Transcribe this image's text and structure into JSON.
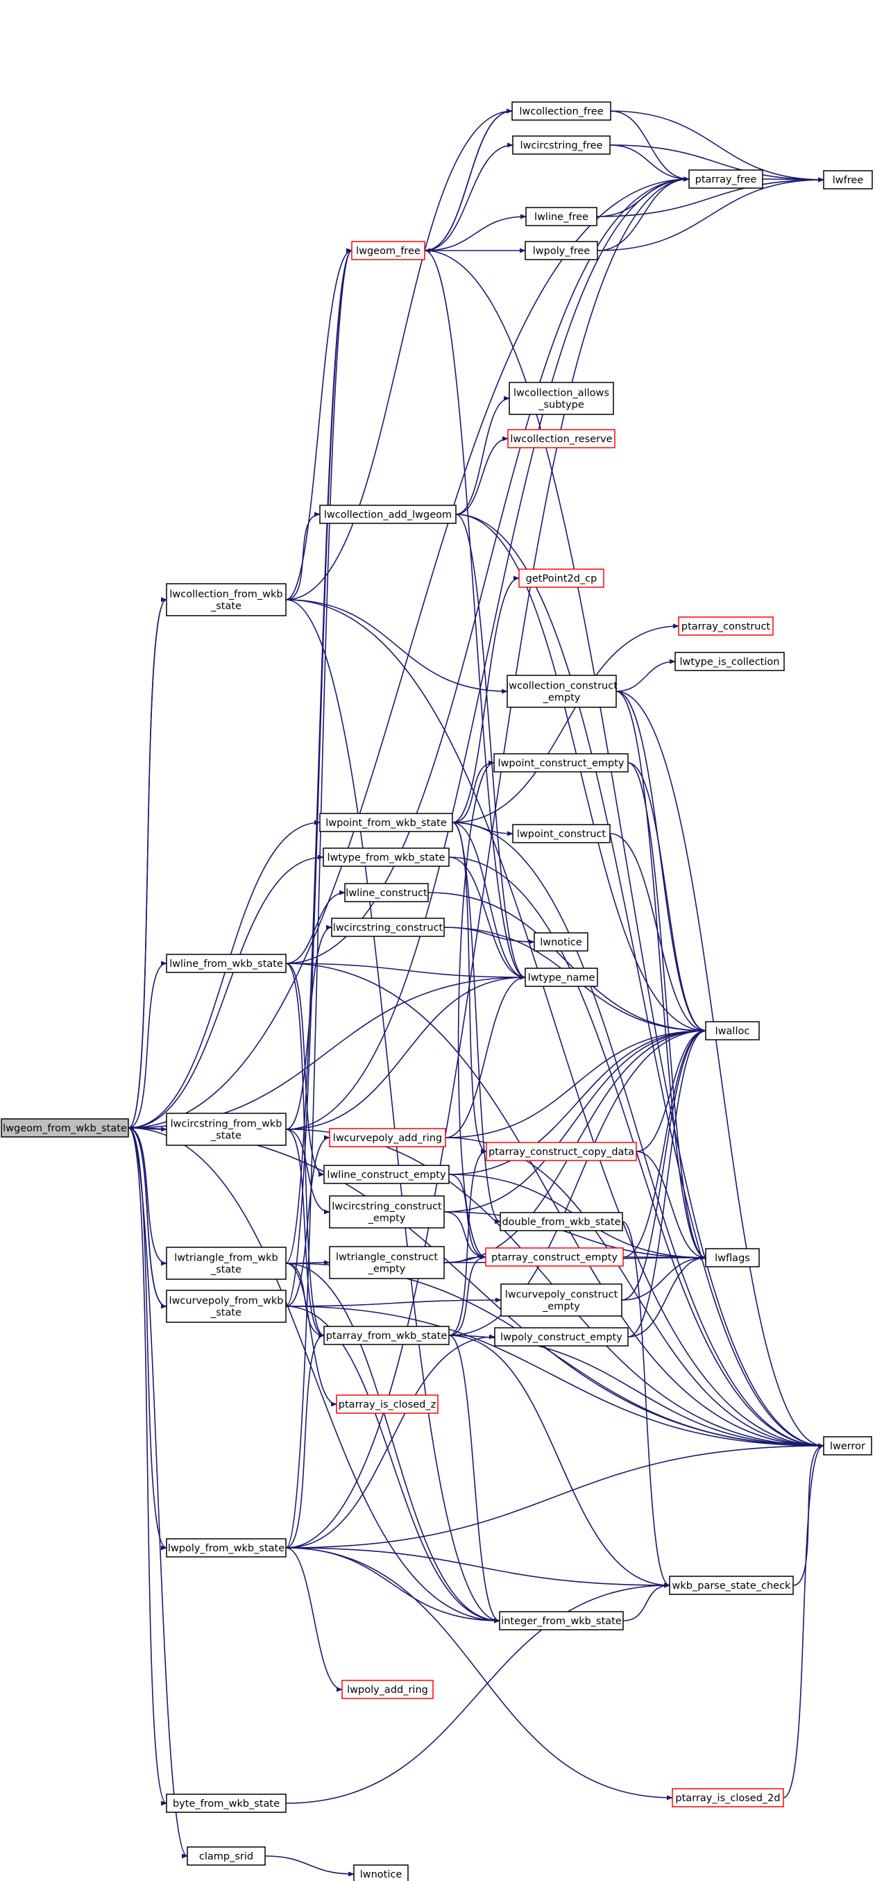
{
  "title": "",
  "colors": {
    "edge": "#191970",
    "node_border": "#000000",
    "node_border_incomplete": "#ff0000",
    "root_fill": "#bfbfbf",
    "node_fill": "#ffffff"
  },
  "nodes": [
    {
      "id": "lwgeom_from_wkb_state",
      "lines": [
        "lwgeom_from_wkb_state"
      ],
      "style": "root"
    },
    {
      "id": "lwcollection_from_wkb_state",
      "lines": [
        "lwcollection_from_wkb",
        "_state"
      ],
      "style": "normal"
    },
    {
      "id": "lwline_from_wkb_state",
      "lines": [
        "lwline_from_wkb_state"
      ],
      "style": "normal"
    },
    {
      "id": "lwcircstring_from_wkb_state",
      "lines": [
        "lwcircstring_from_wkb",
        "_state"
      ],
      "style": "normal"
    },
    {
      "id": "lwtriangle_from_wkb_state",
      "lines": [
        "lwtriangle_from_wkb",
        "_state"
      ],
      "style": "normal"
    },
    {
      "id": "lwcurvepoly_from_wkb_state",
      "lines": [
        "lwcurvepoly_from_wkb",
        "_state"
      ],
      "style": "normal"
    },
    {
      "id": "lwpoly_from_wkb_state",
      "lines": [
        "lwpoly_from_wkb_state"
      ],
      "style": "normal"
    },
    {
      "id": "byte_from_wkb_state",
      "lines": [
        "byte_from_wkb_state"
      ],
      "style": "normal"
    },
    {
      "id": "clamp_srid",
      "lines": [
        "clamp_srid"
      ],
      "style": "normal"
    },
    {
      "id": "lwgeom_free",
      "lines": [
        "lwgeom_free"
      ],
      "style": "red"
    },
    {
      "id": "lwcollection_add_lwgeom",
      "lines": [
        "lwcollection_add_lwgeom"
      ],
      "style": "normal"
    },
    {
      "id": "lwpoint_from_wkb_state",
      "lines": [
        "lwpoint_from_wkb_state"
      ],
      "style": "normal"
    },
    {
      "id": "lwtype_from_wkb_state",
      "lines": [
        "lwtype_from_wkb_state"
      ],
      "style": "normal"
    },
    {
      "id": "lwline_construct",
      "lines": [
        "lwline_construct"
      ],
      "style": "normal"
    },
    {
      "id": "lwcircstring_construct",
      "lines": [
        "lwcircstring_construct"
      ],
      "style": "normal"
    },
    {
      "id": "lwcurvepoly_add_ring",
      "lines": [
        "lwcurvepoly_add_ring"
      ],
      "style": "red"
    },
    {
      "id": "lwline_construct_empty",
      "lines": [
        "lwline_construct_empty"
      ],
      "style": "normal"
    },
    {
      "id": "lwcircstring_construct_empty",
      "lines": [
        "lwcircstring_construct",
        "_empty"
      ],
      "style": "normal"
    },
    {
      "id": "lwtriangle_construct_empty",
      "lines": [
        "lwtriangle_construct",
        "_empty"
      ],
      "style": "normal"
    },
    {
      "id": "ptarray_from_wkb_state",
      "lines": [
        "ptarray_from_wkb_state"
      ],
      "style": "normal"
    },
    {
      "id": "ptarray_is_closed_z",
      "lines": [
        "ptarray_is_closed_z"
      ],
      "style": "red"
    },
    {
      "id": "lwcollection_free",
      "lines": [
        "lwcollection_free"
      ],
      "style": "normal"
    },
    {
      "id": "lwcircstring_free",
      "lines": [
        "lwcircstring_free"
      ],
      "style": "normal"
    },
    {
      "id": "lwline_free",
      "lines": [
        "lwline_free"
      ],
      "style": "normal"
    },
    {
      "id": "lwpoly_free",
      "lines": [
        "lwpoly_free"
      ],
      "style": "normal"
    },
    {
      "id": "lwcollection_allows_subtype",
      "lines": [
        "lwcollection_allows",
        "_subtype"
      ],
      "style": "normal"
    },
    {
      "id": "lwcollection_reserve",
      "lines": [
        "lwcollection_reserve"
      ],
      "style": "red"
    },
    {
      "id": "getPoint2d_cp",
      "lines": [
        "getPoint2d_cp"
      ],
      "style": "red"
    },
    {
      "id": "lwcollection_construct_empty",
      "lines": [
        "lwcollection_construct",
        "_empty"
      ],
      "style": "normal"
    },
    {
      "id": "lwpoint_construct_empty",
      "lines": [
        "lwpoint_construct_empty"
      ],
      "style": "normal"
    },
    {
      "id": "lwpoint_construct",
      "lines": [
        "lwpoint_construct"
      ],
      "style": "normal"
    },
    {
      "id": "lwnotice_a",
      "lines": [
        "lwnotice"
      ],
      "style": "normal"
    },
    {
      "id": "lwtype_name",
      "lines": [
        "lwtype_name"
      ],
      "style": "normal"
    },
    {
      "id": "ptarray_construct_copy_data",
      "lines": [
        "ptarray_construct_copy_data"
      ],
      "style": "red"
    },
    {
      "id": "double_from_wkb_state",
      "lines": [
        "double_from_wkb_state"
      ],
      "style": "normal"
    },
    {
      "id": "ptarray_construct_empty",
      "lines": [
        "ptarray_construct_empty"
      ],
      "style": "red"
    },
    {
      "id": "lwcurvepoly_construct_empty",
      "lines": [
        "lwcurvepoly_construct",
        "_empty"
      ],
      "style": "normal"
    },
    {
      "id": "lwpoly_construct_empty",
      "lines": [
        "lwpoly_construct_empty"
      ],
      "style": "normal"
    },
    {
      "id": "integer_from_wkb_state",
      "lines": [
        "integer_from_wkb_state"
      ],
      "style": "normal"
    },
    {
      "id": "lwpoly_add_ring",
      "lines": [
        "lwpoly_add_ring"
      ],
      "style": "red"
    },
    {
      "id": "lwnotice_b",
      "lines": [
        "lwnotice"
      ],
      "style": "normal"
    },
    {
      "id": "ptarray_free",
      "lines": [
        "ptarray_free"
      ],
      "style": "normal"
    },
    {
      "id": "ptarray_construct",
      "lines": [
        "ptarray_construct"
      ],
      "style": "red"
    },
    {
      "id": "lwtype_is_collection",
      "lines": [
        "lwtype_is_collection"
      ],
      "style": "normal"
    },
    {
      "id": "lwalloc",
      "lines": [
        "lwalloc"
      ],
      "style": "normal"
    },
    {
      "id": "lwflags",
      "lines": [
        "lwflags"
      ],
      "style": "normal"
    },
    {
      "id": "wkb_parse_state_check",
      "lines": [
        "wkb_parse_state_check"
      ],
      "style": "normal"
    },
    {
      "id": "ptarray_is_closed_2d",
      "lines": [
        "ptarray_is_closed_2d"
      ],
      "style": "red"
    },
    {
      "id": "lwfree",
      "lines": [
        "lwfree"
      ],
      "style": "normal"
    },
    {
      "id": "lwerror",
      "lines": [
        "lwerror"
      ],
      "style": "normal"
    }
  ],
  "edges": [
    [
      "lwgeom_from_wkb_state",
      "lwcollection_from_wkb_state"
    ],
    [
      "lwgeom_from_wkb_state",
      "lwline_from_wkb_state"
    ],
    [
      "lwgeom_from_wkb_state",
      "lwcircstring_from_wkb_state"
    ],
    [
      "lwgeom_from_wkb_state",
      "lwtriangle_from_wkb_state"
    ],
    [
      "lwgeom_from_wkb_state",
      "lwcurvepoly_from_wkb_state"
    ],
    [
      "lwgeom_from_wkb_state",
      "lwpoly_from_wkb_state"
    ],
    [
      "lwgeom_from_wkb_state",
      "byte_from_wkb_state"
    ],
    [
      "lwgeom_from_wkb_state",
      "clamp_srid"
    ],
    [
      "lwgeom_from_wkb_state",
      "lwpoint_from_wkb_state"
    ],
    [
      "lwgeom_from_wkb_state",
      "lwtype_from_wkb_state"
    ],
    [
      "lwgeom_from_wkb_state",
      "lwtype_name"
    ],
    [
      "lwgeom_from_wkb_state",
      "integer_from_wkb_state"
    ],
    [
      "lwgeom_from_wkb_state",
      "ptarray_free"
    ],
    [
      "lwgeom_from_wkb_state",
      "lwerror"
    ],
    [
      "lwcollection_from_wkb_state",
      "lwgeom_from_wkb_state"
    ],
    [
      "lwcollection_from_wkb_state",
      "lwcollection_add_lwgeom"
    ],
    [
      "lwcollection_from_wkb_state",
      "lwgeom_free"
    ],
    [
      "lwcollection_from_wkb_state",
      "lwcollection_free"
    ],
    [
      "lwcollection_from_wkb_state",
      "lwcollection_construct_empty"
    ],
    [
      "lwcollection_from_wkb_state",
      "integer_from_wkb_state"
    ],
    [
      "lwcollection_from_wkb_state",
      "lwerror"
    ],
    [
      "lwline_from_wkb_state",
      "lwline_construct"
    ],
    [
      "lwline_from_wkb_state",
      "lwline_construct_empty"
    ],
    [
      "lwline_from_wkb_state",
      "ptarray_from_wkb_state"
    ],
    [
      "lwline_from_wkb_state",
      "lwtype_name"
    ],
    [
      "lwline_from_wkb_state",
      "lwerror"
    ],
    [
      "lwline_from_wkb_state",
      "ptarray_free"
    ],
    [
      "lwcircstring_from_wkb_state",
      "lwcircstring_construct"
    ],
    [
      "lwcircstring_from_wkb_state",
      "lwcircstring_construct_empty"
    ],
    [
      "lwcircstring_from_wkb_state",
      "ptarray_from_wkb_state"
    ],
    [
      "lwcircstring_from_wkb_state",
      "lwtype_name"
    ],
    [
      "lwcircstring_from_wkb_state",
      "lwerror"
    ],
    [
      "lwcircstring_from_wkb_state",
      "ptarray_free"
    ],
    [
      "lwtriangle_from_wkb_state",
      "lwtriangle_construct_empty"
    ],
    [
      "lwtriangle_from_wkb_state",
      "ptarray_from_wkb_state"
    ],
    [
      "lwtriangle_from_wkb_state",
      "ptarray_is_closed_z"
    ],
    [
      "lwtriangle_from_wkb_state",
      "integer_from_wkb_state"
    ],
    [
      "lwtriangle_from_wkb_state",
      "lwerror"
    ],
    [
      "lwtriangle_from_wkb_state",
      "lwgeom_free"
    ],
    [
      "lwcurvepoly_from_wkb_state",
      "lwcurvepoly_add_ring"
    ],
    [
      "lwcurvepoly_from_wkb_state",
      "lwcurvepoly_construct_empty"
    ],
    [
      "lwcurvepoly_from_wkb_state",
      "integer_from_wkb_state"
    ],
    [
      "lwcurvepoly_from_wkb_state",
      "lwgeom_free"
    ],
    [
      "lwcurvepoly_from_wkb_state",
      "lwgeom_from_wkb_state"
    ],
    [
      "lwcurvepoly_from_wkb_state",
      "lwerror"
    ],
    [
      "lwpoly_from_wkb_state",
      "lwpoly_construct_empty"
    ],
    [
      "lwpoly_from_wkb_state",
      "ptarray_from_wkb_state"
    ],
    [
      "lwpoly_from_wkb_state",
      "lwpoly_add_ring"
    ],
    [
      "lwpoly_from_wkb_state",
      "ptarray_is_closed_2d"
    ],
    [
      "lwpoly_from_wkb_state",
      "integer_from_wkb_state"
    ],
    [
      "lwpoly_from_wkb_state",
      "lwgeom_free"
    ],
    [
      "lwpoly_from_wkb_state",
      "lwerror"
    ],
    [
      "lwpoly_from_wkb_state",
      "wkb_parse_state_check"
    ],
    [
      "lwpoly_from_wkb_state",
      "ptarray_free"
    ],
    [
      "byte_from_wkb_state",
      "wkb_parse_state_check"
    ],
    [
      "clamp_srid",
      "lwnotice_b"
    ],
    [
      "lwgeom_free",
      "lwcollection_free"
    ],
    [
      "lwgeom_free",
      "lwcircstring_free"
    ],
    [
      "lwgeom_free",
      "lwline_free"
    ],
    [
      "lwgeom_free",
      "lwpoly_free"
    ],
    [
      "lwgeom_free",
      "lwtype_name"
    ],
    [
      "lwgeom_free",
      "lwerror"
    ],
    [
      "lwcollection_free",
      "lwgeom_free"
    ],
    [
      "lwcollection_free",
      "ptarray_free"
    ],
    [
      "lwcollection_free",
      "lwfree"
    ],
    [
      "lwcircstring_free",
      "ptarray_free"
    ],
    [
      "lwcircstring_free",
      "lwfree"
    ],
    [
      "lwline_free",
      "ptarray_free"
    ],
    [
      "lwline_free",
      "lwfree"
    ],
    [
      "lwpoly_free",
      "ptarray_free"
    ],
    [
      "lwpoly_free",
      "lwfree"
    ],
    [
      "ptarray_free",
      "lwfree"
    ],
    [
      "lwcollection_add_lwgeom",
      "lwcollection_allows_subtype"
    ],
    [
      "lwcollection_add_lwgeom",
      "lwcollection_reserve"
    ],
    [
      "lwcollection_add_lwgeom",
      "lwtype_name"
    ],
    [
      "lwcollection_add_lwgeom",
      "lwerror"
    ],
    [
      "lwcollection_add_lwgeom",
      "lwalloc"
    ],
    [
      "lwpoint_from_wkb_state",
      "lwpoint_construct_empty"
    ],
    [
      "lwpoint_from_wkb_state",
      "lwpoint_construct"
    ],
    [
      "lwpoint_from_wkb_state",
      "getPoint2d_cp"
    ],
    [
      "lwpoint_from_wkb_state",
      "ptarray_construct"
    ],
    [
      "lwpoint_from_wkb_state",
      "ptarray_construct_copy_data"
    ],
    [
      "lwpoint_from_wkb_state",
      "double_from_wkb_state"
    ],
    [
      "lwpoint_from_wkb_state",
      "lwtype_name"
    ],
    [
      "lwpoint_from_wkb_state",
      "lwerror"
    ],
    [
      "lwtype_from_wkb_state",
      "lwtype_name"
    ],
    [
      "lwtype_from_wkb_state",
      "lwerror"
    ],
    [
      "lwline_construct",
      "lwalloc"
    ],
    [
      "lwcircstring_construct",
      "lwnotice_a"
    ],
    [
      "lwcircstring_construct",
      "lwalloc"
    ],
    [
      "lwcurvepoly_add_ring",
      "lwtype_name"
    ],
    [
      "lwcurvepoly_add_ring",
      "lwalloc"
    ],
    [
      "lwcurvepoly_add_ring",
      "lwerror"
    ],
    [
      "lwline_construct_empty",
      "ptarray_construct_empty"
    ],
    [
      "lwline_construct_empty",
      "lwalloc"
    ],
    [
      "lwline_construct_empty",
      "lwflags"
    ],
    [
      "lwcircstring_construct_empty",
      "ptarray_construct_empty"
    ],
    [
      "lwcircstring_construct_empty",
      "lwalloc"
    ],
    [
      "lwcircstring_construct_empty",
      "lwflags"
    ],
    [
      "lwtriangle_construct_empty",
      "ptarray_construct_empty"
    ],
    [
      "lwtriangle_construct_empty",
      "lwalloc"
    ],
    [
      "lwtriangle_construct_empty",
      "lwflags"
    ],
    [
      "ptarray_from_wkb_state",
      "ptarray_construct_copy_data"
    ],
    [
      "ptarray_from_wkb_state",
      "ptarray_construct_empty"
    ],
    [
      "ptarray_from_wkb_state",
      "wkb_parse_state_check"
    ],
    [
      "ptarray_from_wkb_state",
      "lwerror"
    ],
    [
      "ptarray_from_wkb_state",
      "integer_from_wkb_state"
    ],
    [
      "ptarray_from_wkb_state",
      "lwalloc"
    ],
    [
      "lwcollection_construct_empty",
      "lwtype_is_collection"
    ],
    [
      "lwcollection_construct_empty",
      "lwalloc"
    ],
    [
      "lwcollection_construct_empty",
      "lwflags"
    ],
    [
      "lwcollection_construct_empty",
      "lwerror"
    ],
    [
      "lwpoint_construct_empty",
      "ptarray_construct_empty"
    ],
    [
      "lwpoint_construct_empty",
      "lwalloc"
    ],
    [
      "lwpoint_construct_empty",
      "lwflags"
    ],
    [
      "lwpoint_construct",
      "lwalloc"
    ],
    [
      "ptarray_construct_copy_data",
      "lwalloc"
    ],
    [
      "ptarray_construct_copy_data",
      "lwflags"
    ],
    [
      "double_from_wkb_state",
      "wkb_parse_state_check"
    ],
    [
      "ptarray_construct_empty",
      "lwalloc"
    ],
    [
      "ptarray_construct_empty",
      "lwflags"
    ],
    [
      "lwcurvepoly_construct_empty",
      "lwalloc"
    ],
    [
      "lwcurvepoly_construct_empty",
      "lwflags"
    ],
    [
      "lwpoly_construct_empty",
      "lwalloc"
    ],
    [
      "lwpoly_construct_empty",
      "lwflags"
    ],
    [
      "integer_from_wkb_state",
      "wkb_parse_state_check"
    ],
    [
      "wkb_parse_state_check",
      "lwerror"
    ],
    [
      "ptarray_is_closed_2d",
      "lwerror"
    ]
  ]
}
